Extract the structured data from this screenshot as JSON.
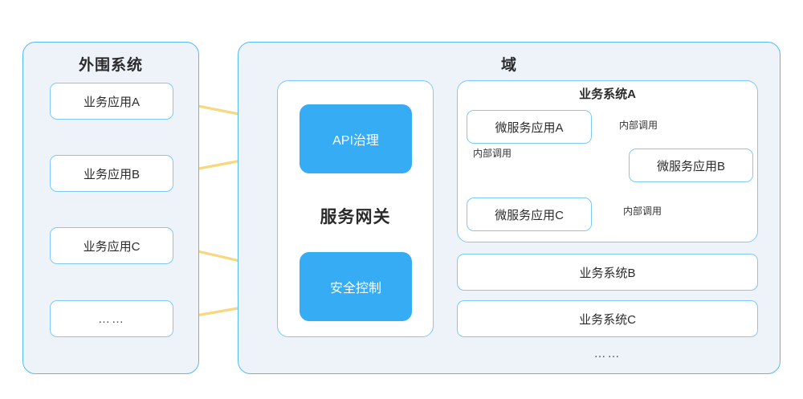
{
  "diagram": {
    "left_panel": {
      "title": "外围系统",
      "items": [
        {
          "label": "业务应用A"
        },
        {
          "label": "业务应用B"
        },
        {
          "label": "业务应用C"
        },
        {
          "label": "……"
        }
      ]
    },
    "gateway_panel": {
      "caption": "服务网关",
      "blocks": [
        {
          "label": "API治理"
        },
        {
          "label": "安全控制"
        }
      ]
    },
    "right_panel": {
      "title": "域",
      "system_a": {
        "title": "业务系统A",
        "services": [
          {
            "label": "微服务应用A"
          },
          {
            "label": "微服务应用B"
          },
          {
            "label": "微服务应用C"
          }
        ],
        "edge_labels": [
          {
            "label": "内部调用"
          },
          {
            "label": "内部调用"
          },
          {
            "label": "内部调用"
          }
        ]
      },
      "other_systems": [
        {
          "label": "业务系统B"
        },
        {
          "label": "业务系统C"
        }
      ],
      "ellipsis": "……"
    },
    "colors": {
      "accent_blue": "#36acf5",
      "border_blue": "#7ec9f7",
      "panel_border": "#55b9f3",
      "panel_fill": "#eef3fa",
      "arrow_gold": "#f9d77e",
      "text_dark": "#2b2b2b"
    }
  }
}
